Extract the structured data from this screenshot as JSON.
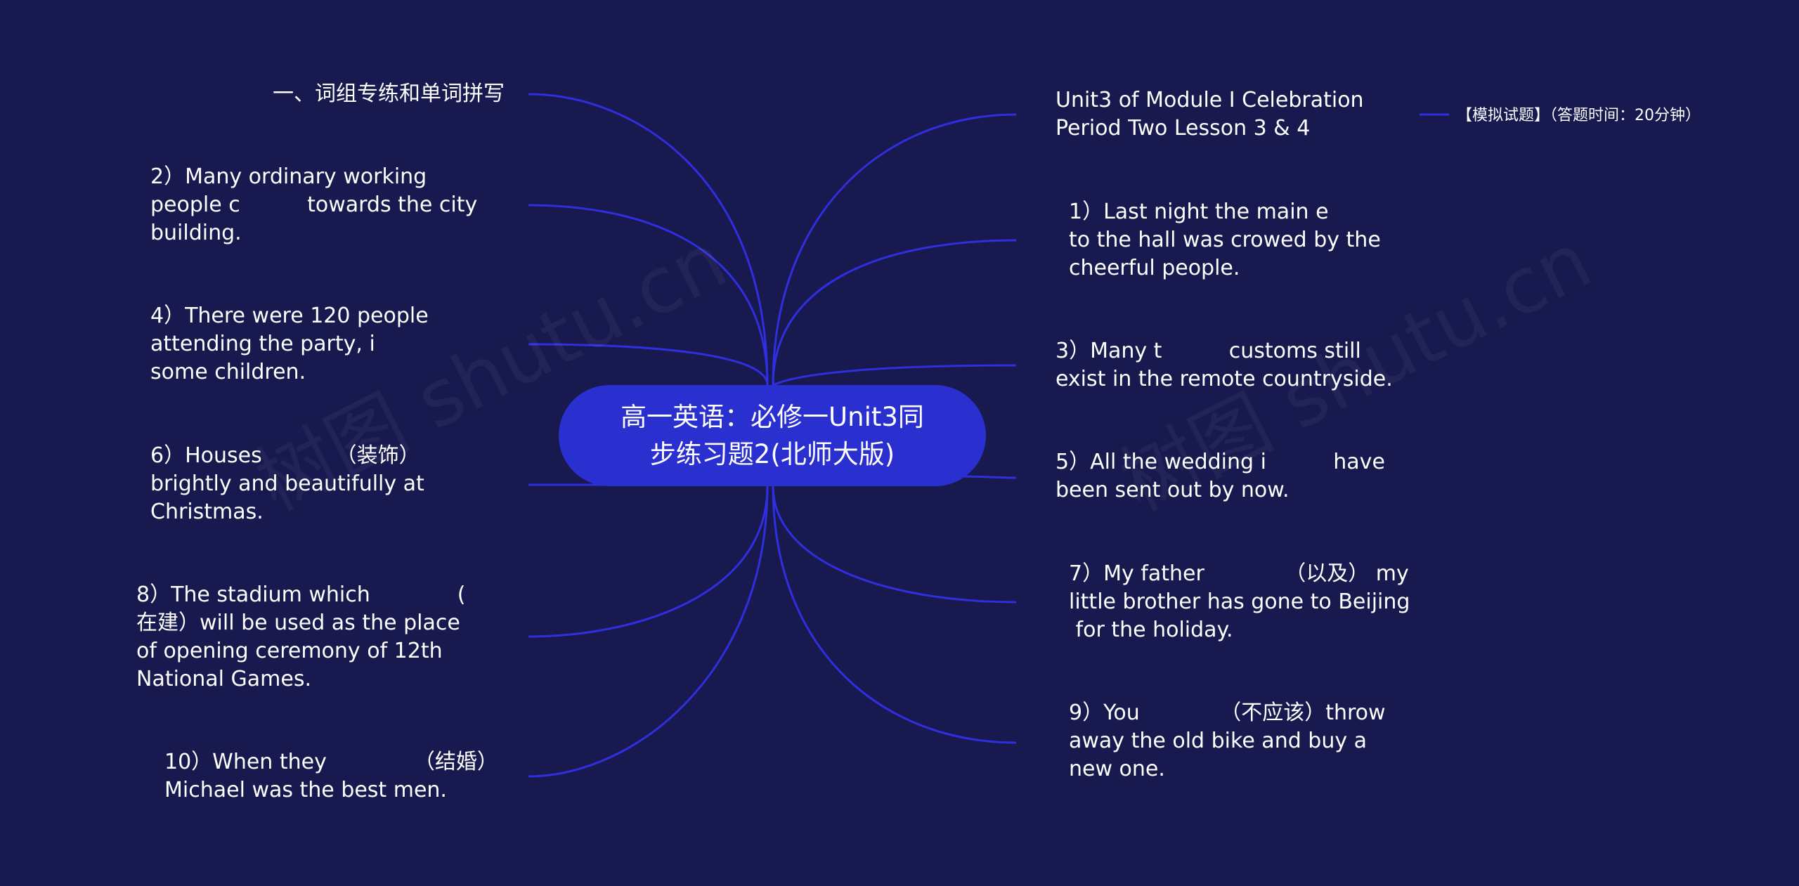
{
  "root": {
    "title": "高一英语：必修一Unit3同\n步练习题2(北师大版)"
  },
  "left_nodes": [
    {
      "text": "一、词组专练和单词拼写"
    },
    {
      "text": "2）Many ordinary working\npeople c          towards the city\nbuilding."
    },
    {
      "text": "4）There were 120 people\nattending the party, i\nsome children."
    },
    {
      "text": "6）Houses           （装饰）\nbrightly and beautifully at\nChristmas."
    },
    {
      "text": "8）The stadium which             (\n在建）will be used as the place\nof opening ceremony of 12th\nNational Games."
    },
    {
      "text": "10）When they             （结婚）\nMichael was the best men."
    }
  ],
  "right_nodes": [
    {
      "text": "Unit3 of Module I Celebration\nPeriod Two Lesson 3 & 4"
    },
    {
      "text": "1）Last night the main e\nto the hall was crowed by the\ncheerful people."
    },
    {
      "text": "3）Many t          customs still\nexist in the remote countryside."
    },
    {
      "text": "5）All the wedding i          have\nbeen sent out by now."
    },
    {
      "text": "7）My father            （以及） my\nlittle brother has gone to Beijing\n for the holiday."
    },
    {
      "text": "9）You            （不应该）throw\naway the old bike and buy a\nnew one."
    }
  ],
  "leaf": {
    "text": "【模拟试题】（答题时间：20分钟）"
  },
  "watermark": {
    "text": "树图 shutu.cn"
  },
  "colors": {
    "background": "#17194f",
    "root": "#2a2fd0",
    "edge": "#2f2fe0"
  }
}
